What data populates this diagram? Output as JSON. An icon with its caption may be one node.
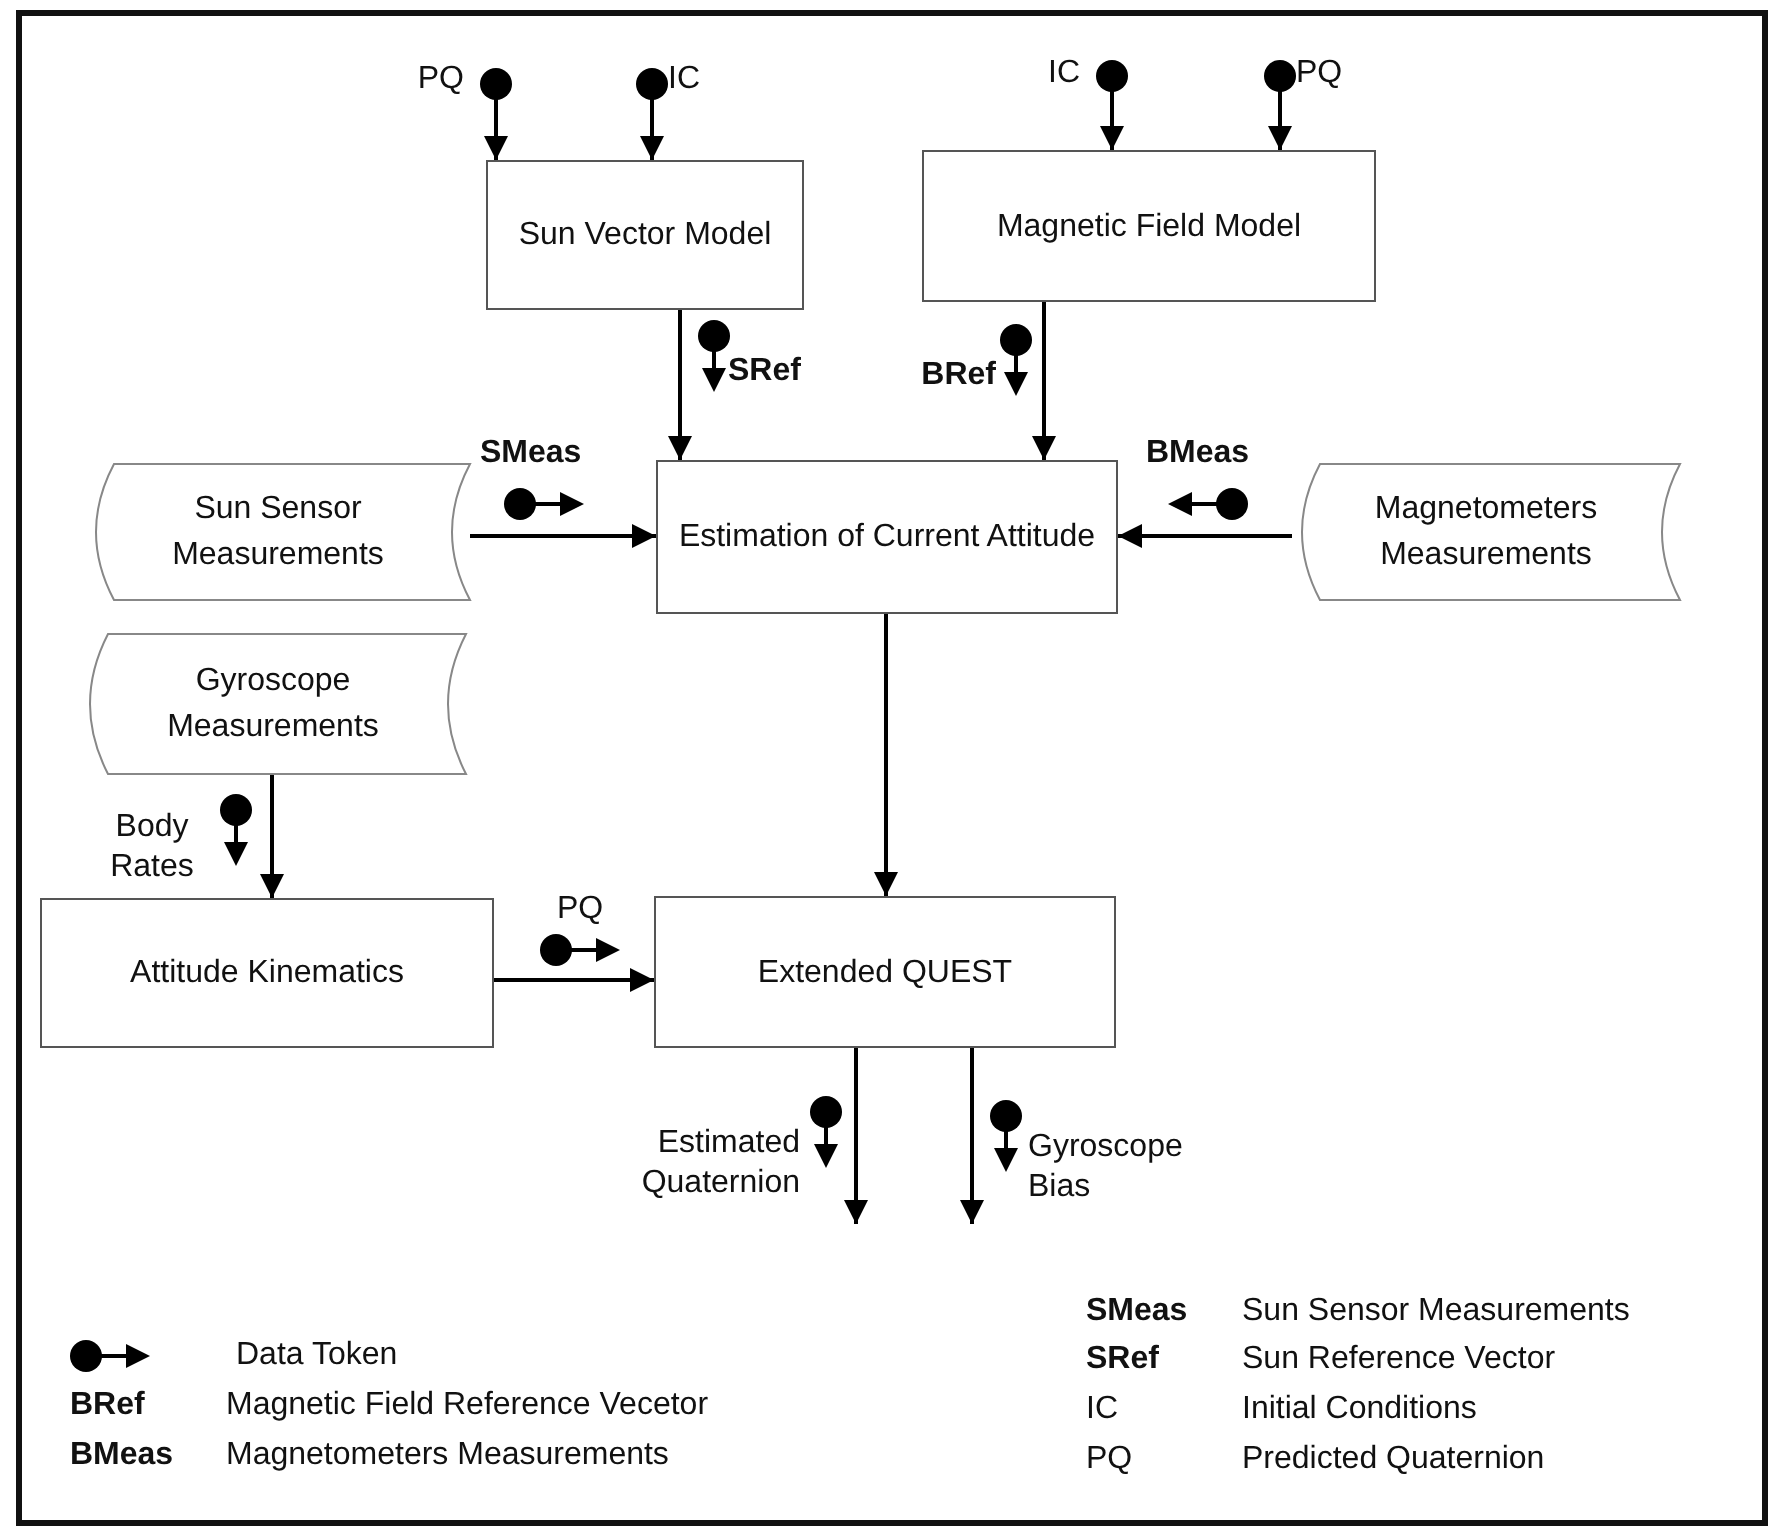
{
  "diagram": {
    "nodes": [
      {
        "text": [
          "Sun Vector Model"
        ]
      },
      {
        "text": [
          "Magnetic Field Model"
        ]
      },
      {
        "text": [
          "Sun Sensor Measurements"
        ]
      },
      {
        "text": [
          "Estimation of Current Attitude"
        ]
      },
      {
        "text": [
          "Magnetometers Measurements"
        ]
      },
      {
        "text": [
          "Gyroscope Measurements"
        ]
      },
      {
        "text": [
          "Attitude Kinematics"
        ]
      },
      {
        "text": [
          "Extended QUEST"
        ]
      }
    ],
    "edges": [
      {
        "from": null,
        "to": 0,
        "arrow": "to",
        "label": "PQ"
      },
      {
        "from": null,
        "to": 0,
        "arrow": "to",
        "label": "IC"
      },
      {
        "from": null,
        "to": 1,
        "arrow": "to",
        "label": "IC"
      },
      {
        "from": null,
        "to": 1,
        "arrow": "to",
        "label": "PQ"
      },
      {
        "from": 0,
        "to": 3,
        "arrow": "to",
        "label": "SRef"
      },
      {
        "from": 1,
        "to": 3,
        "arrow": "to",
        "label": "BRef"
      },
      {
        "from": 2,
        "to": 3,
        "arrow": "to",
        "label": "SMeas"
      },
      {
        "from": 4,
        "to": 3,
        "arrow": "to",
        "label": "BMeas"
      },
      {
        "from": 5,
        "to": 6,
        "arrow": "to",
        "label": "Body Rates"
      },
      {
        "from": 3,
        "to": 7,
        "arrow": "to"
      },
      {
        "from": 6,
        "to": 7,
        "arrow": "to",
        "label": "PQ"
      },
      {
        "from": 7,
        "to": null,
        "arrow": "to",
        "label": "Estimated Quaternion"
      },
      {
        "from": 7,
        "to": null,
        "arrow": "to",
        "label": "Gyroscope Bias"
      }
    ],
    "labels": [
      "SMeas",
      "Sun Sensor Measurements",
      "SRef",
      "Sun Reference Vector",
      "IC",
      "Initial Conditions",
      "PQ",
      "Predicted Quaternion",
      "BRef",
      "Magnetic Field Reference Vecetor",
      "BMeas",
      "Magnetometers Measurements"
    ],
    "legend": [
      {
        "text": "Data Token"
      }
    ]
  }
}
